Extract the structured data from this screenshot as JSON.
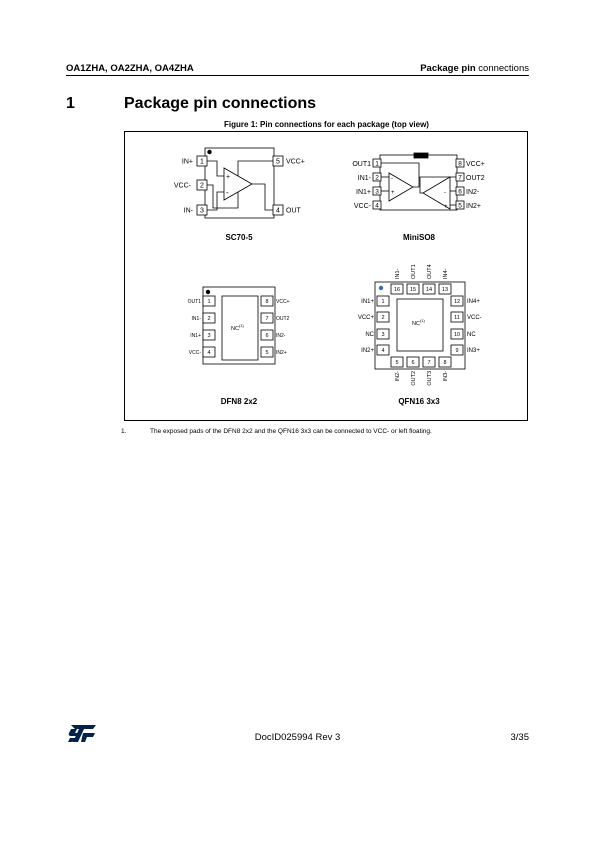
{
  "header": {
    "part_numbers": "OA1ZHA, OA2ZHA, OA4ZHA",
    "section_bold": "Package pin",
    "section_rest": " connections"
  },
  "section": {
    "number": "1",
    "title": "Package pin connections"
  },
  "figure": {
    "caption": "Figure 1: Pin connections for each package (top view)",
    "sc70": {
      "name": "SC70-5",
      "pins": [
        {
          "num": "1",
          "label": "IN+"
        },
        {
          "num": "2",
          "label": "VCC-"
        },
        {
          "num": "3",
          "label": "IN-"
        },
        {
          "num": "4",
          "label": "OUT"
        },
        {
          "num": "5",
          "label": "VCC+"
        }
      ],
      "plus": "+",
      "minus": "-"
    },
    "miniso8": {
      "name": "MiniSO8",
      "pins": [
        {
          "num": "1",
          "label": "OUT1"
        },
        {
          "num": "2",
          "label": "IN1-"
        },
        {
          "num": "3",
          "label": "IN1+"
        },
        {
          "num": "4",
          "label": "VCC-"
        },
        {
          "num": "5",
          "label": "IN2+"
        },
        {
          "num": "6",
          "label": "IN2-"
        },
        {
          "num": "7",
          "label": "OUT2"
        },
        {
          "num": "8",
          "label": "VCC+"
        }
      ]
    },
    "dfn8": {
      "name": "DFN8 2x2",
      "nc": "NC",
      "note_ref": "(1)",
      "pins": [
        {
          "num": "1",
          "label": "OUT1"
        },
        {
          "num": "2",
          "label": "IN1-"
        },
        {
          "num": "3",
          "label": "IN1+"
        },
        {
          "num": "4",
          "label": "VCC-"
        },
        {
          "num": "5",
          "label": "IN2+"
        },
        {
          "num": "6",
          "label": "IN2-"
        },
        {
          "num": "7",
          "label": "OUT2"
        },
        {
          "num": "8",
          "label": "VCC+"
        }
      ]
    },
    "qfn16": {
      "name": "QFN16 3x3",
      "nc": "NC",
      "note_ref": "(1)",
      "left": [
        {
          "num": "1",
          "label": "IN1+"
        },
        {
          "num": "2",
          "label": "VCC+"
        },
        {
          "num": "3",
          "label": "NC"
        },
        {
          "num": "4",
          "label": "IN2+"
        }
      ],
      "bottom": [
        {
          "num": "5",
          "label": "IN2-"
        },
        {
          "num": "6",
          "label": "OUT2"
        },
        {
          "num": "7",
          "label": "OUT3"
        },
        {
          "num": "8",
          "label": "IN3-"
        }
      ],
      "right": [
        {
          "num": "12",
          "label": "IN4+"
        },
        {
          "num": "11",
          "label": "VCC-"
        },
        {
          "num": "10",
          "label": "NC"
        },
        {
          "num": "9",
          "label": "IN3+"
        }
      ],
      "top": [
        {
          "num": "16",
          "label": "IN1-"
        },
        {
          "num": "15",
          "label": "OUT1"
        },
        {
          "num": "14",
          "label": "OUT4"
        },
        {
          "num": "13",
          "label": "IN4-"
        }
      ]
    }
  },
  "note": {
    "number": "1.",
    "text": "The exposed pads of the DFN8 2x2 and the QFN16 3x3 can be connected to VCC- or left floating."
  },
  "footer": {
    "doc_id": "DocID025994 Rev 3",
    "page": "3/35",
    "logo_icon": "st-logo-icon",
    "logo_color": "#03234b"
  }
}
